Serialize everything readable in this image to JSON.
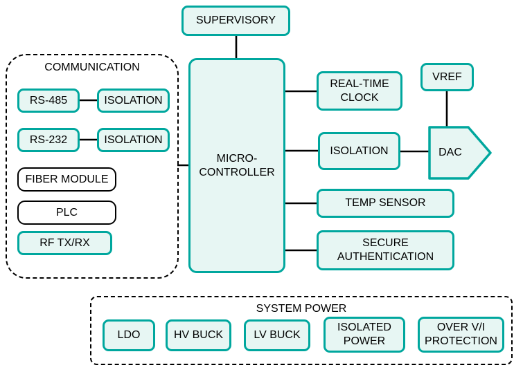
{
  "colors": {
    "teal_border": "#00a79e",
    "teal_fill": "#e7f6f3",
    "line": "#000000",
    "black_border": "#000000",
    "white_fill": "#ffffff"
  },
  "blocks": {
    "supervisory": "SUPERVISORY",
    "microcontroller": "MICRO-CONTROLLER",
    "real_time_clock": "REAL-TIME CLOCK",
    "isolation_right": "ISOLATION",
    "vref": "VREF",
    "dac": "DAC",
    "temp_sensor": "TEMP SENSOR",
    "secure_authentication": "SECURE AUTHENTICATION"
  },
  "communication": {
    "title": "COMMUNICATION",
    "blocks": {
      "rs485": "RS-485",
      "isolation_1": "ISOLATION",
      "rs232": "RS-232",
      "isolation_2": "ISOLATION",
      "fiber_module": "FIBER MODULE",
      "plc": "PLC",
      "rf_txrx": "RF TX/RX"
    }
  },
  "system_power": {
    "title": "SYSTEM POWER",
    "blocks": [
      "LDO",
      "HV BUCK",
      "LV BUCK",
      "ISOLATED POWER",
      "OVER V/I PROTECTION"
    ]
  }
}
